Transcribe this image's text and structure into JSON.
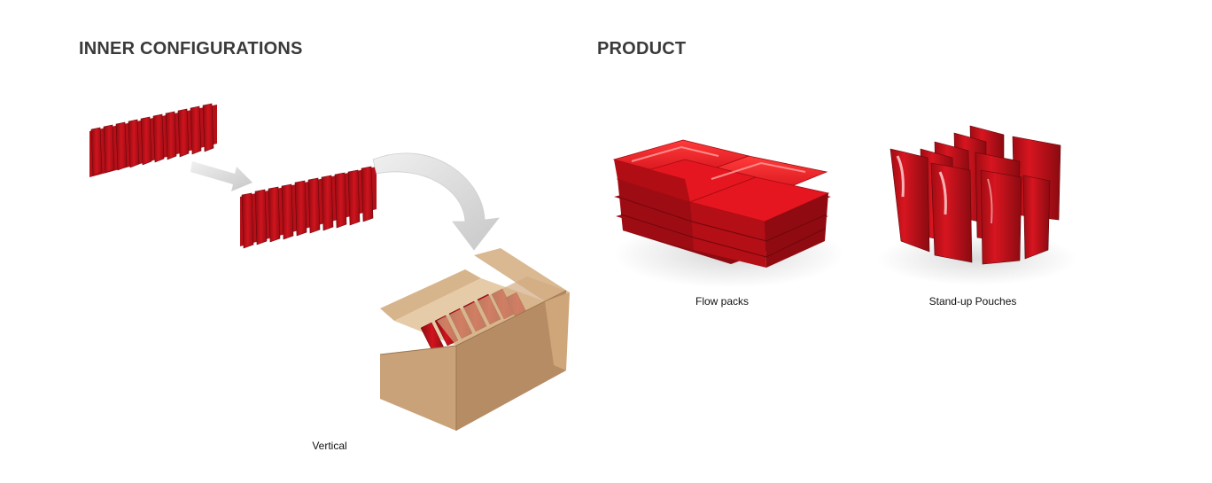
{
  "inner_configurations": {
    "title": "INNER CONFIGURATIONS",
    "items": [
      {
        "caption": "Vertical"
      }
    ]
  },
  "product": {
    "title": "PRODUCT",
    "items": [
      {
        "caption": "Flow packs"
      },
      {
        "caption": "Stand-up Pouches"
      }
    ]
  },
  "colors": {
    "heading": "#3a3a3a",
    "pouch_red": "#c8101a",
    "pouch_dark": "#7d0a10",
    "cardboard": "#c9a27a",
    "cardboard_dark": "#a9835c",
    "arrow_gray": "#d4d4d4"
  }
}
